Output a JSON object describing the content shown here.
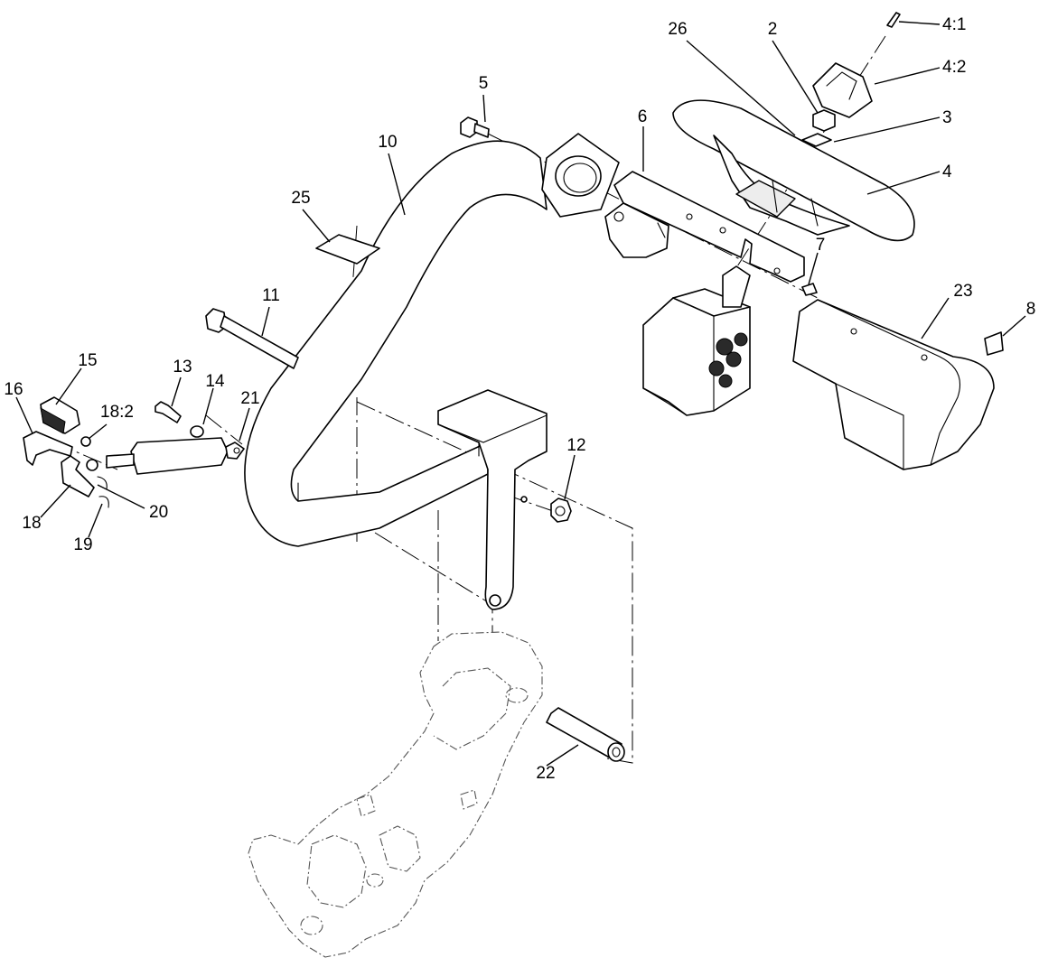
{
  "callouts": [
    {
      "id": "c2",
      "label": "2"
    },
    {
      "id": "c26",
      "label": "26"
    },
    {
      "id": "c41",
      "label": "4:1"
    },
    {
      "id": "c42",
      "label": "4:2"
    },
    {
      "id": "c3",
      "label": "3"
    },
    {
      "id": "c4",
      "label": "4"
    },
    {
      "id": "c5",
      "label": "5"
    },
    {
      "id": "c6",
      "label": "6"
    },
    {
      "id": "c10",
      "label": "10"
    },
    {
      "id": "c25",
      "label": "25"
    },
    {
      "id": "c7",
      "label": "7"
    },
    {
      "id": "c23",
      "label": "23"
    },
    {
      "id": "c8",
      "label": "8"
    },
    {
      "id": "c11",
      "label": "11"
    },
    {
      "id": "c15",
      "label": "15"
    },
    {
      "id": "c16",
      "label": "16"
    },
    {
      "id": "c13",
      "label": "13"
    },
    {
      "id": "c14",
      "label": "14"
    },
    {
      "id": "c182",
      "label": "18:2"
    },
    {
      "id": "c21",
      "label": "21"
    },
    {
      "id": "c12",
      "label": "12"
    },
    {
      "id": "c20",
      "label": "20"
    },
    {
      "id": "c18",
      "label": "18"
    },
    {
      "id": "c19",
      "label": "19"
    },
    {
      "id": "c22",
      "label": "22"
    }
  ]
}
